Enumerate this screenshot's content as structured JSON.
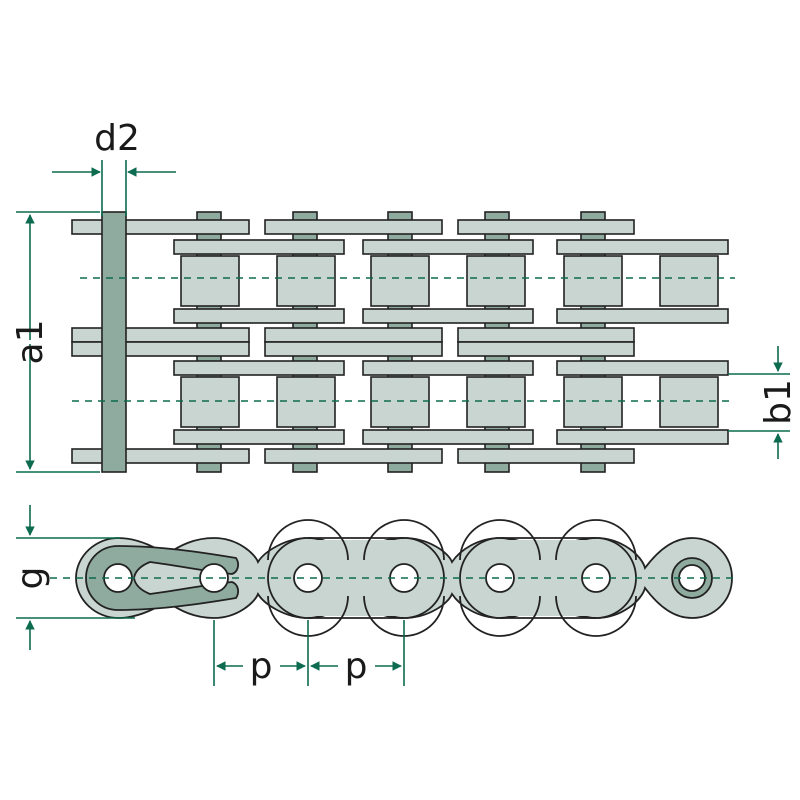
{
  "labels": {
    "d2": "d2",
    "a1": "a1",
    "b1": "b1",
    "g": "g",
    "p1": "p",
    "p2": "p"
  },
  "colors": {
    "plate_fill": "#c9d5d0",
    "pin_fill": "#8faa9f",
    "outline": "#222222",
    "dimension": "#0d6b4f",
    "center_line": "#0d6b4f",
    "background": "#ffffff"
  }
}
